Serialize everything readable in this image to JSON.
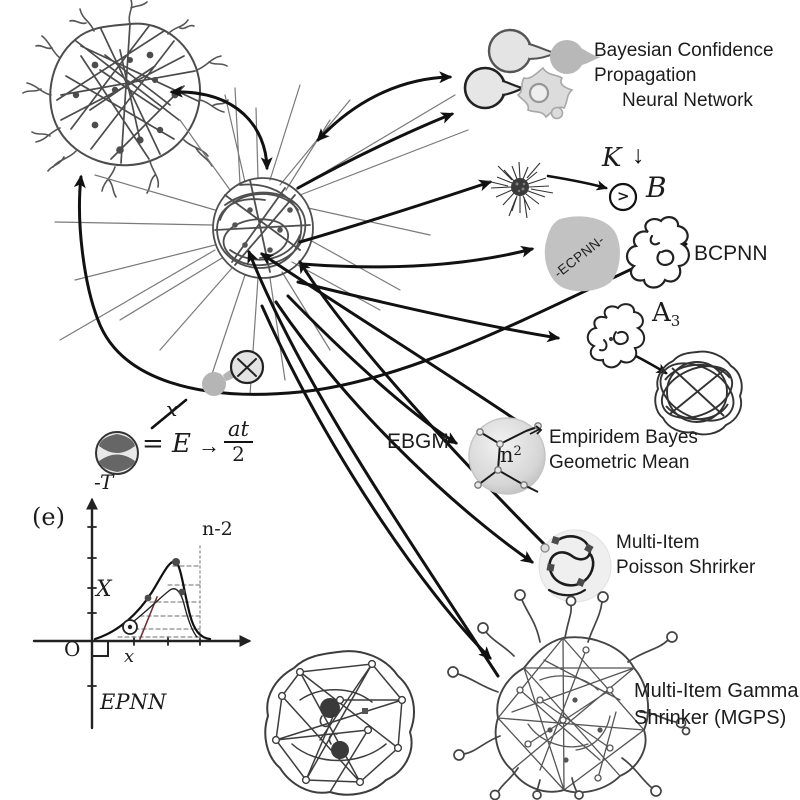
{
  "title": "Hand-drawn diagram linking neural network sketches to Bayesian statistical methods",
  "colors": {
    "ink": "#111111",
    "sketch_gray": "#555555",
    "dendrite_gray": "#777777",
    "blob_fill": "#c2c2c2",
    "light_fill": "#e4e4e4",
    "sphere_fill": "#d6d6d6",
    "dashed_gray": "#999999",
    "accent_dark_red": "#6d3535"
  },
  "labels": {
    "bcpnn_full_l1": "Bayesian Confidence",
    "bcpnn_full_l2": "Propagation",
    "bcpnn_full_l3": "Neural Network",
    "k": "K",
    "down_arrow": "↓",
    "greater": ">",
    "b": "B",
    "bcpnn": "BCPNN",
    "ecpnn_inner": "-ECPNN-",
    "a_base": "A",
    "a_sub": "3",
    "ebgm": "EBGM",
    "n_base": "n",
    "n_sup": "2",
    "ebgm_full_l1": "Empiridem Bayes",
    "ebgm_full_l2": "Geometric Mean",
    "poisson_l1": "Multi-Item",
    "poisson_l2": "Poisson Shrirker",
    "mgps_l1": "Multi-Item Gamma",
    "mgps_l2": "Shrinker (MGPS)",
    "eq_x": "x",
    "eq_lhs": "= E",
    "eq_arrow": "→",
    "eq_num": "at",
    "eq_den": "2",
    "graph_panel": "(e)",
    "graph_y": "-T",
    "graph_n2": "n-2",
    "graph_X": "X",
    "graph_O": "O",
    "graph_x": "x",
    "graph_epnn": "EPNN"
  }
}
